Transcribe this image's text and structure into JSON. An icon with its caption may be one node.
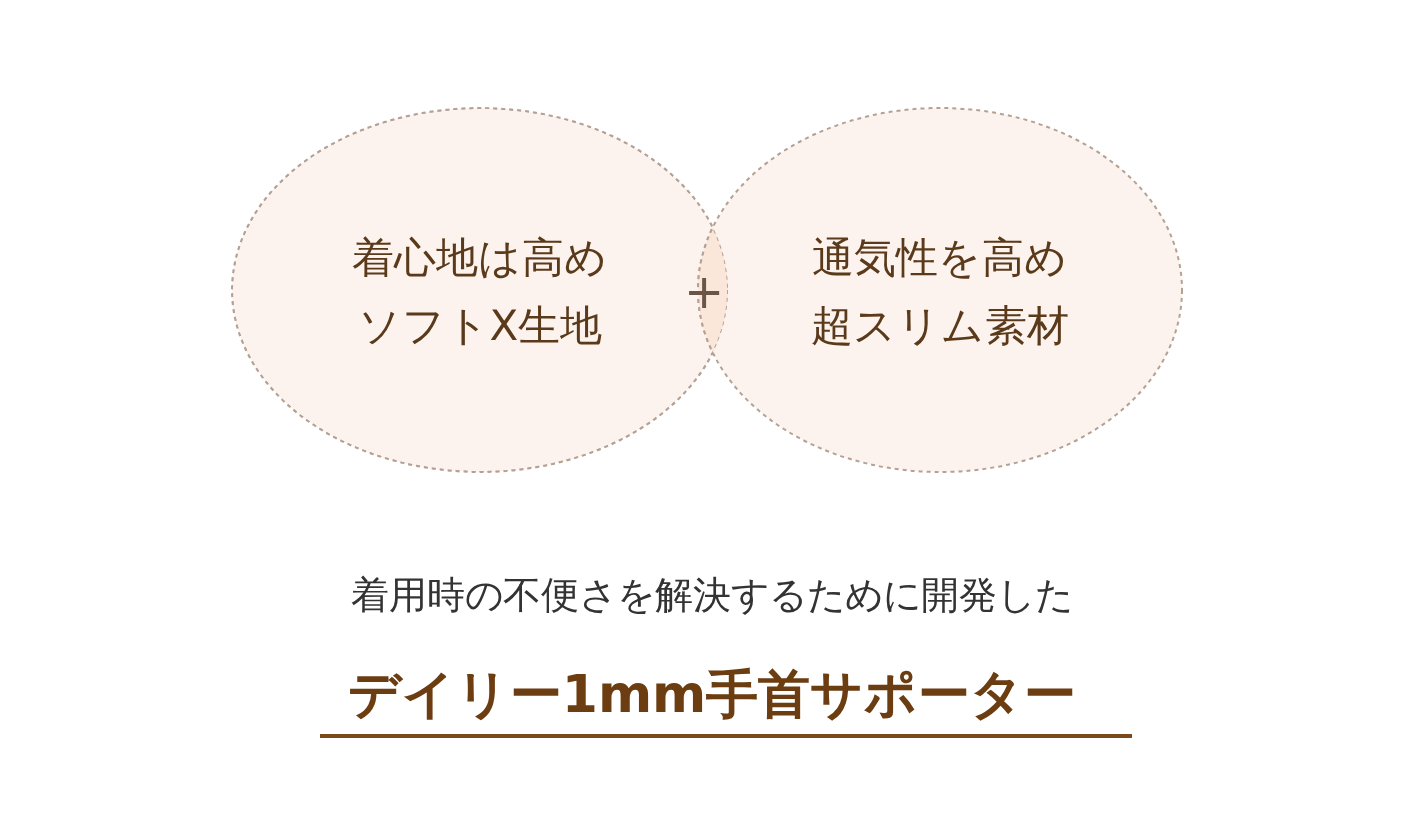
{
  "diagram": {
    "nodes": [
      {
        "text": [
          "着心地は高め",
          "ソフトX生地"
        ]
      },
      {
        "text": [
          "通気性を高め",
          "超スリム素材"
        ]
      }
    ],
    "labels": [
      "+",
      "着用時の不便さを解決するために開発した",
      "デイリー1mm手首サポーター"
    ]
  }
}
